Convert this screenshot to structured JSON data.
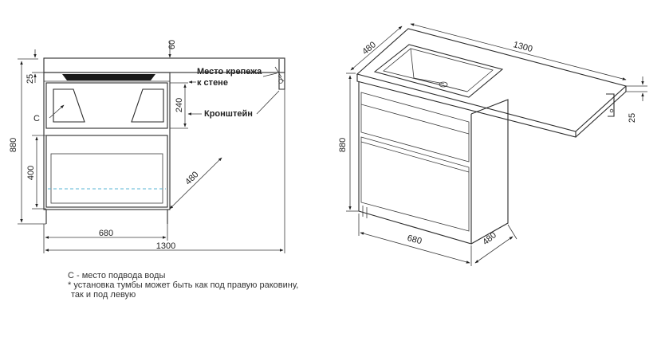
{
  "front_view": {
    "dims": {
      "top_gap": "60",
      "top_thickness": "25",
      "height": "880",
      "drawer_top": "240",
      "drawer_bottom": "400",
      "depth": "480",
      "cabinet_width": "680",
      "total_width": "1300"
    },
    "labels": {
      "mount_line1": "Место крепежа",
      "mount_line2": "к стене",
      "bracket": "Кронштейн",
      "c_marker": "С"
    }
  },
  "iso_view": {
    "dims": {
      "depth_top": "480",
      "total_width": "1300",
      "top_thickness": "25",
      "height": "880",
      "cabinet_width": "680",
      "cabinet_depth": "480"
    }
  },
  "notes": [
    "С - место подвода воды",
    "* установка тумбы может быть как под правую раковину,",
    "так и под левую"
  ],
  "colors": {
    "line": "#2b2b2b",
    "dash": "#5ab4d6"
  }
}
